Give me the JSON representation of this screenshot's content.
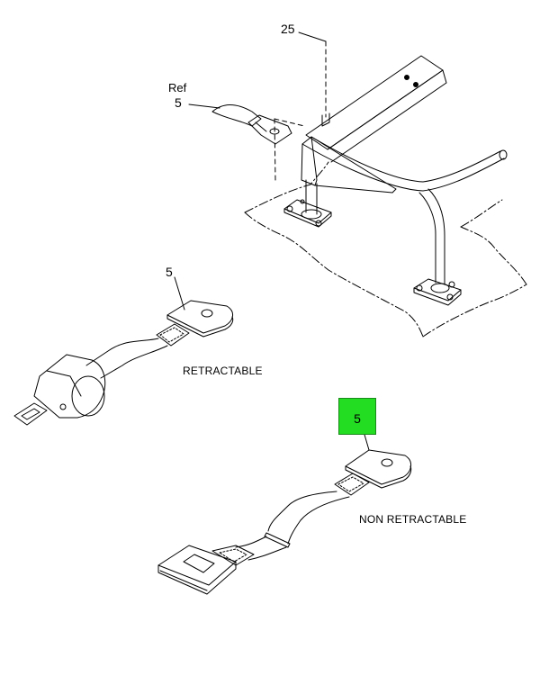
{
  "callouts": {
    "top_item": "25",
    "ref_word": "Ref",
    "ref_item": "5",
    "retractable_item": "5",
    "highlighted_item": "5"
  },
  "captions": {
    "retractable": "RETRACTABLE",
    "non_retractable": "NON RETRACTABLE"
  },
  "colors": {
    "highlight": "#22dd22",
    "line": "#000000",
    "background": "#ffffff"
  }
}
